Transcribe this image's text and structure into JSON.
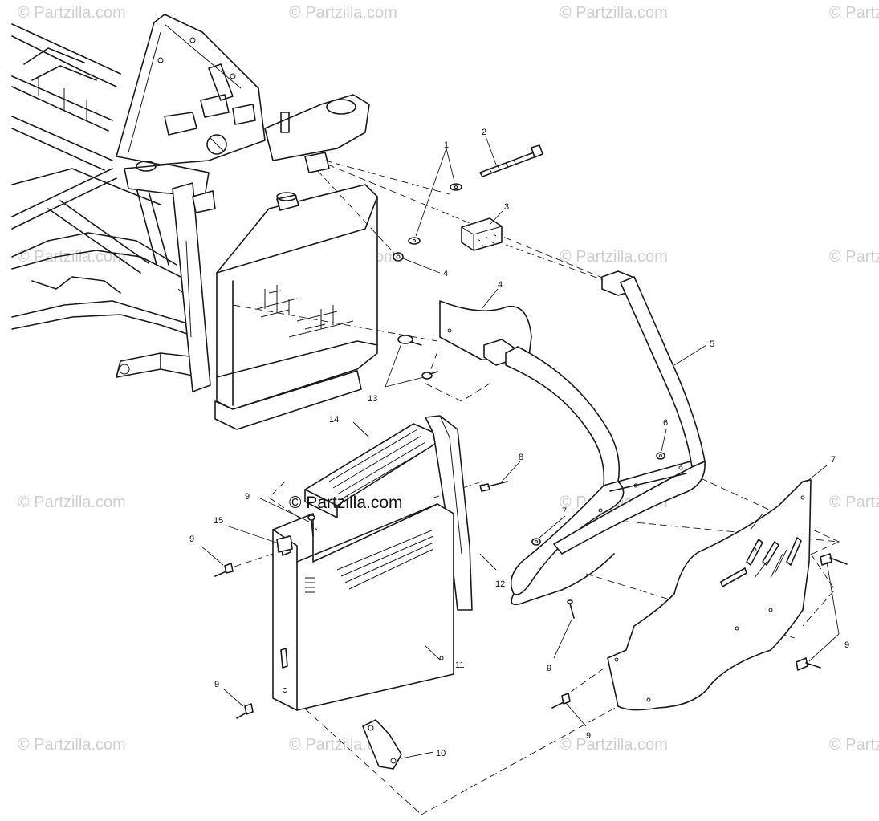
{
  "watermark": {
    "text": "© Partzilla.com",
    "center_text": "© Partzilla.com"
  },
  "callouts": [
    "1",
    "2",
    "3",
    "4",
    "5",
    "6",
    "7",
    "7",
    "8",
    "9",
    "9",
    "9",
    "9",
    "9",
    "9",
    "9",
    "10",
    "11",
    "12",
    "13",
    "14",
    "15"
  ],
  "colors": {
    "ink": "#1a1a1a",
    "watermark": "#cfcfcf",
    "background": "#ffffff"
  }
}
